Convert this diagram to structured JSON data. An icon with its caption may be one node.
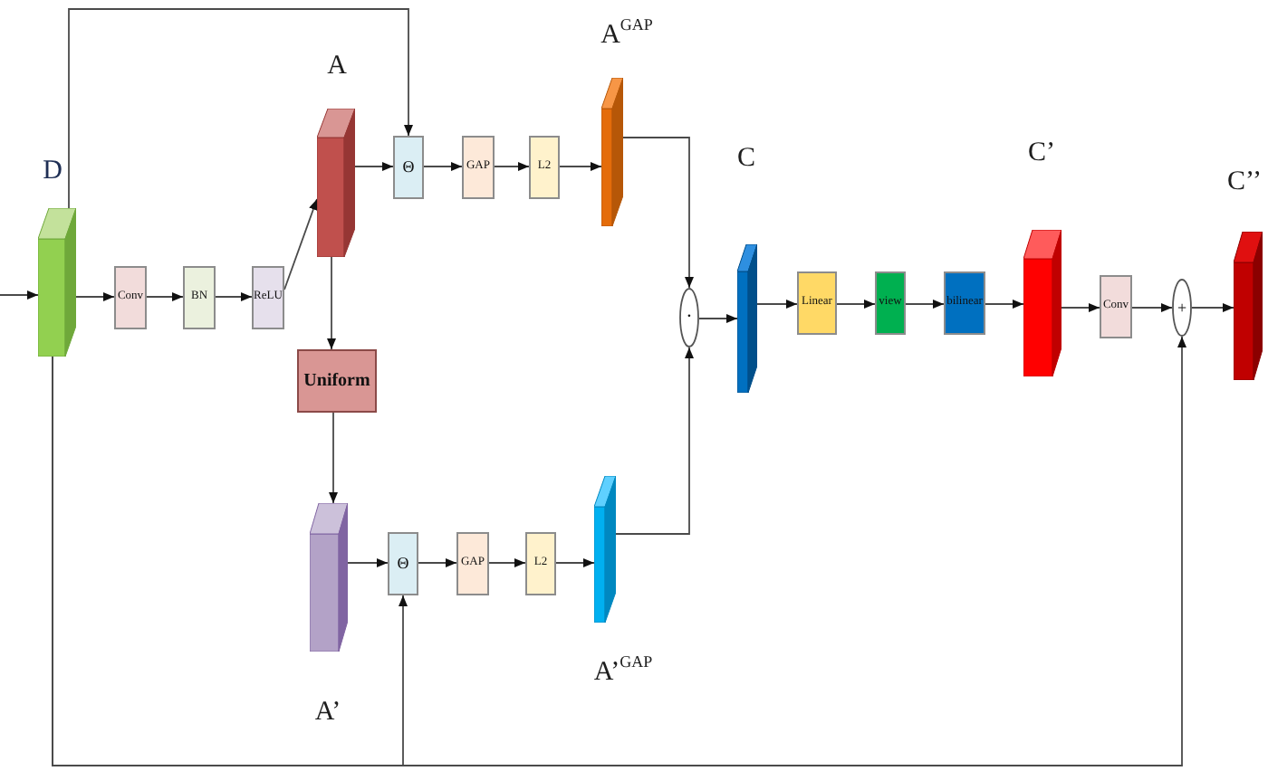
{
  "diagram": {
    "nodes": [
      {
        "text": [
          "D"
        ]
      },
      {
        "text": [
          "Conv"
        ]
      },
      {
        "text": [
          "BN"
        ]
      },
      {
        "text": [
          "ReLU"
        ]
      },
      {
        "text": [
          "A"
        ]
      },
      {
        "text": [
          "Θ"
        ]
      },
      {
        "text": [
          "GAP"
        ]
      },
      {
        "text": [
          "L2"
        ]
      },
      {
        "text": [
          "A$^{GAP}$"
        ]
      },
      {
        "text": [
          "Uniform"
        ]
      },
      {
        "text": [
          "A’"
        ]
      },
      {
        "text": [
          "Θ"
        ]
      },
      {
        "text": [
          "GAP"
        ]
      },
      {
        "text": [
          "L2"
        ]
      },
      {
        "text": [
          "A’$^{GAP}$"
        ]
      },
      {
        "text": [
          "·"
        ]
      },
      {
        "text": [
          "C"
        ]
      },
      {
        "text": [
          "Linear"
        ]
      },
      {
        "text": [
          "view"
        ]
      },
      {
        "text": [
          "bilinear"
        ]
      },
      {
        "text": [
          "C’"
        ]
      },
      {
        "text": [
          "Conv"
        ]
      },
      {
        "text": [
          "+"
        ]
      },
      {
        "text": [
          "C’’"
        ]
      }
    ],
    "edges": [
      {
        "from": null,
        "to": 0,
        "arrow": "to"
      },
      {
        "from": 0,
        "to": 1,
        "arrow": "to"
      },
      {
        "from": 1,
        "to": 2,
        "arrow": "to"
      },
      {
        "from": 2,
        "to": 3,
        "arrow": "to"
      },
      {
        "from": 3,
        "to": 4,
        "arrow": "to"
      },
      {
        "from": 4,
        "to": 5,
        "arrow": "to"
      },
      {
        "from": 5,
        "to": 6,
        "arrow": "to"
      },
      {
        "from": 6,
        "to": 7,
        "arrow": "to"
      },
      {
        "from": 7,
        "to": 8,
        "arrow": "to"
      },
      {
        "from": 0,
        "to": 5,
        "arrow": "to"
      },
      {
        "from": 4,
        "to": 9,
        "arrow": "to"
      },
      {
        "from": 9,
        "to": 10,
        "arrow": "to"
      },
      {
        "from": 10,
        "to": 11,
        "arrow": "to"
      },
      {
        "from": 11,
        "to": 12,
        "arrow": "to"
      },
      {
        "from": 12,
        "to": 13,
        "arrow": "to"
      },
      {
        "from": 13,
        "to": 14,
        "arrow": "to"
      },
      {
        "from": 8,
        "to": 15,
        "arrow": "to"
      },
      {
        "from": 14,
        "to": 15,
        "arrow": "to"
      },
      {
        "from": 15,
        "to": 16,
        "arrow": "to"
      },
      {
        "from": 16,
        "to": 17,
        "arrow": "to"
      },
      {
        "from": 17,
        "to": 18,
        "arrow": "to"
      },
      {
        "from": 18,
        "to": 19,
        "arrow": "to"
      },
      {
        "from": 19,
        "to": 20,
        "arrow": "to"
      },
      {
        "from": 20,
        "to": 21,
        "arrow": "to"
      },
      {
        "from": 21,
        "to": 22,
        "arrow": "to"
      },
      {
        "from": 22,
        "to": 23,
        "arrow": "to"
      },
      {
        "from": 0,
        "to": 11,
        "arrow": "to"
      },
      {
        "from": 0,
        "to": 22,
        "arrow": "to"
      }
    ]
  }
}
